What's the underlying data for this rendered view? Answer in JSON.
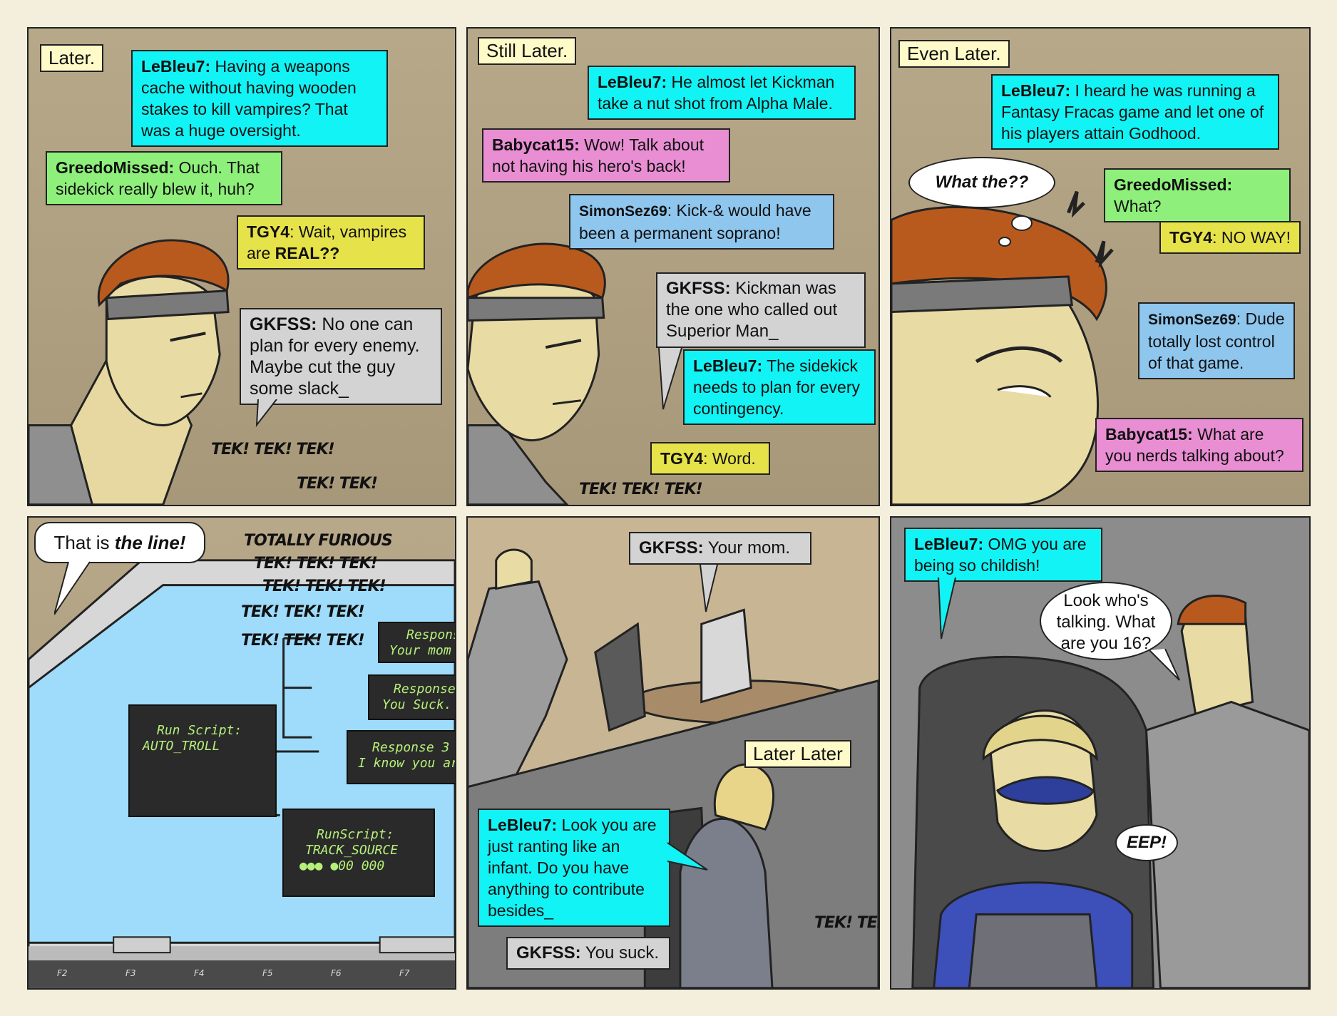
{
  "panel1": {
    "caption": "Later.",
    "msg1": {
      "who": "LeBleu7:",
      "text": " Having a weapons cache without having wooden stakes to kill vampires? That was a huge oversight."
    },
    "msg2": {
      "who": "GreedoMissed:",
      "text": " Ouch. That sidekick really blew it, huh?"
    },
    "msg3": {
      "who": "TGY4",
      "text_a": ": Wait, vampires are ",
      "text_b": "REAL??"
    },
    "msg4": {
      "who": "GKFSS:",
      "text": " No one can plan for every enemy. Maybe cut the guy some slack_"
    },
    "sfx1": "TEK! TEK! TEK!",
    "sfx2": "TEK! TEK!"
  },
  "panel2": {
    "caption": "Still Later.",
    "msg1": {
      "who": "LeBleu7:",
      "text": " He almost let Kickman take a nut shot from Alpha Male."
    },
    "msg2": {
      "who": "Babycat15:",
      "text": " Wow! Talk about not having his hero's back!"
    },
    "msg3": {
      "who": "SimonSez69",
      "text": ": Kick-& would have been a permanent soprano!"
    },
    "msg4": {
      "who": "GKFSS:",
      "text": " Kickman was the one who called out Superior Man_"
    },
    "msg5": {
      "who": "LeBleu7:",
      "text": " The sidekick needs to plan for every contingency."
    },
    "msg6": {
      "who": "TGY4",
      "text": ": Word."
    },
    "sfx": "TEK! TEK! TEK!"
  },
  "panel3": {
    "caption": "Even Later.",
    "msg1": {
      "who": "LeBleu7:",
      "text": " I heard he was running a Fantasy Fracas game and let one of his players attain Godhood."
    },
    "thought": "What the??",
    "msg2": {
      "who": "GreedoMissed:",
      "text": " What?"
    },
    "msg3": {
      "who": "TGY4",
      "text": ": NO WAY!"
    },
    "msg4": {
      "who": "SimonSez69",
      "text": ": Dude totally lost control of that game."
    },
    "msg5": {
      "who": "Babycat15:",
      "text": " What are you nerds talking about?"
    }
  },
  "panel4": {
    "speech_a": "That is ",
    "speech_b": "the line!",
    "sfx_header": "TOTALLY FURIOUS",
    "sfx_lines": [
      "TEK! TEK! TEK!",
      "TEK! TEK! TEK!",
      "TEK! TEK! TEK!",
      "TEK! TEK! TEK!"
    ],
    "script1": [
      "Run Script:",
      "AUTO_TROLL"
    ],
    "resp1": [
      "Respons",
      "Your mom"
    ],
    "resp2": [
      "Response",
      "You Suck."
    ],
    "resp3": [
      "Response 3",
      "I know you ar"
    ],
    "script2": [
      "RunScript:",
      "TRACK_SOURCE",
      "●●● ●00 000"
    ],
    "keys": [
      "F2",
      "F3",
      "F4",
      "F5",
      "F6",
      "F7"
    ]
  },
  "panel5": {
    "msg1": {
      "who": "GKFSS:",
      "text": " Your mom."
    },
    "caption": "Later Later",
    "msg2": {
      "who": "LeBleu7:",
      "text": " Look you are just ranting like an infant. Do you have anything to contribute besides_"
    },
    "msg3": {
      "who": "GKFSS:",
      "text": " You suck."
    },
    "sfx": "TEK! TEK! TEK!"
  },
  "panel6": {
    "msg1": {
      "who": "LeBleu7:",
      "text": " OMG you are being so childish!"
    },
    "speech": "Look who's talking. What are you 16?",
    "eep": "EEP!"
  }
}
